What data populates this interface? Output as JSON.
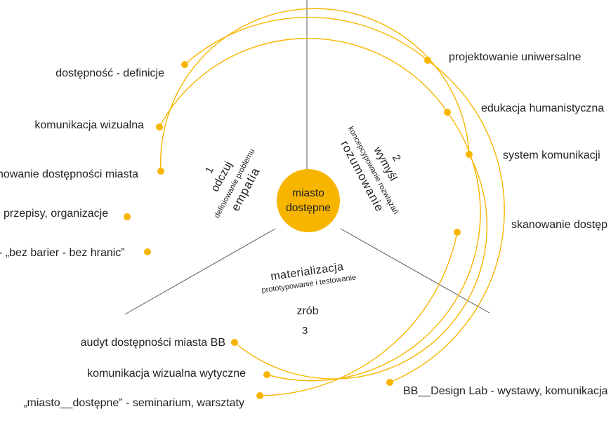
{
  "accent_color": "#F7B500",
  "line_color": "#555555",
  "center": {
    "line1": "miasto",
    "line2": "dostępne"
  },
  "stages": {
    "odczuj": {
      "number": "1",
      "verb": "odczuj",
      "sub": "definiowanie problemu",
      "main": "empatia"
    },
    "wymysl": {
      "number": "2",
      "verb": "wymyśl",
      "sub": "koncepcypowanie rozwiązań",
      "main": "rozumowanie"
    },
    "zrob": {
      "number": "3",
      "verb": "zrób",
      "sub": "prototypowanie i testowanie",
      "main": "materializacja"
    }
  },
  "left_labels": [
    "dostępność - definicje",
    "komunikacja wizualna",
    "nowanie dostępności miasta",
    "przepisy, organizacje",
    "- „bez barier - bez hranic”"
  ],
  "right_labels": [
    "projektowanie uniwersalne",
    "edukacja humanistyczna",
    "system komunikacji",
    "skanowanie dostęp"
  ],
  "bottom_labels": [
    "audyt dostępności miasta BB",
    "komunikacja wizualna wytyczne",
    "„miasto__dostępne” - seminarium, warsztaty",
    "BB__Design Lab - wystawy, komunikacja"
  ]
}
